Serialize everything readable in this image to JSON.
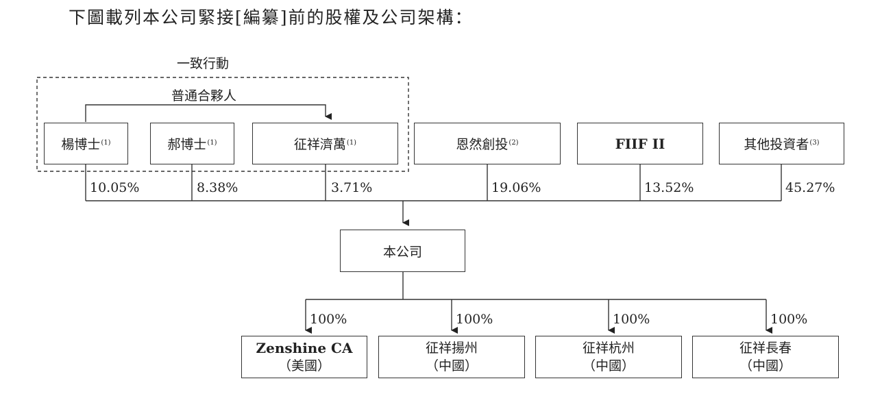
{
  "heading": "下圖載列本公司緊接[編纂]前的股權及公司架構：",
  "group_labels": {
    "concert": "一致行動",
    "gp": "普通合夥人"
  },
  "shareholders": [
    {
      "name": "楊博士",
      "note": "(1)",
      "pct": "10.05%"
    },
    {
      "name": "郝博士",
      "note": "(1)",
      "pct": "8.38%"
    },
    {
      "name": "征祥濟萬",
      "note": "(1)",
      "pct": "3.71%"
    },
    {
      "name": "恩然創投",
      "note": "(2)",
      "pct": "19.06%"
    },
    {
      "name": "FIIF II",
      "note": "",
      "pct": "13.52%"
    },
    {
      "name": "其他投資者",
      "note": "(3)",
      "pct": "45.27%"
    }
  ],
  "company": "本公司",
  "subsidiaries": [
    {
      "name": "Zenshine CA",
      "region": "（美國）",
      "pct": "100%"
    },
    {
      "name": "征祥揚州",
      "region": "（中國）",
      "pct": "100%"
    },
    {
      "name": "征祥杭州",
      "region": "（中國）",
      "pct": "100%"
    },
    {
      "name": "征祥長春",
      "region": "（中國）",
      "pct": "100%"
    }
  ]
}
